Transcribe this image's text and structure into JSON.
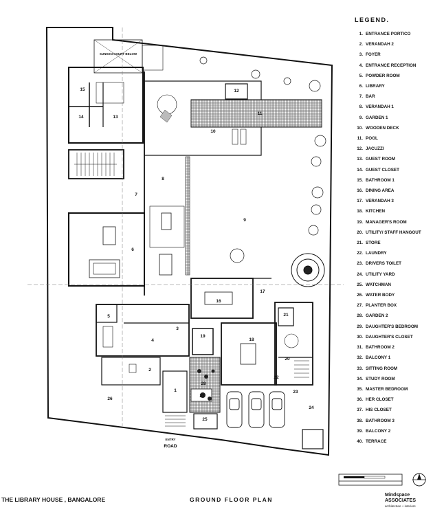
{
  "legend": {
    "title": "LEGEND.",
    "items": [
      {
        "n": "1.",
        "label": "ENTRANCE PORTICO"
      },
      {
        "n": "2.",
        "label": "VERANDAH 2"
      },
      {
        "n": "3.",
        "label": "FOYER"
      },
      {
        "n": "4.",
        "label": "ENTRANCE RECEPTION"
      },
      {
        "n": "5.",
        "label": "POWDER ROOM"
      },
      {
        "n": "6.",
        "label": "LIBRARY"
      },
      {
        "n": "7.",
        "label": "BAR"
      },
      {
        "n": "8.",
        "label": "VERANDAH 1"
      },
      {
        "n": "9.",
        "label": "GARDEN 1"
      },
      {
        "n": "10.",
        "label": "WOODEN DECK"
      },
      {
        "n": "11.",
        "label": "POOL"
      },
      {
        "n": "12.",
        "label": "JACUZZI"
      },
      {
        "n": "13.",
        "label": "GUEST ROOM"
      },
      {
        "n": "14.",
        "label": "GUEST CLOSET"
      },
      {
        "n": "15.",
        "label": "BATHROOM 1"
      },
      {
        "n": "16.",
        "label": "DINING AREA"
      },
      {
        "n": "17.",
        "label": "VERANDAH 3"
      },
      {
        "n": "18.",
        "label": "KITCHEN"
      },
      {
        "n": "19.",
        "label": "MANAGER'S ROOM"
      },
      {
        "n": "20.",
        "label": "UTILITY/ STAFF HANGOUT"
      },
      {
        "n": "21.",
        "label": "STORE"
      },
      {
        "n": "22.",
        "label": "LAUNDRY"
      },
      {
        "n": "23.",
        "label": "DRIVERS TOILET"
      },
      {
        "n": "24.",
        "label": "UTILITY YARD"
      },
      {
        "n": "25.",
        "label": "WATCHMAN"
      },
      {
        "n": "26.",
        "label": "WATER BODY"
      },
      {
        "n": "27.",
        "label": "PLANTER BOX"
      },
      {
        "n": "28.",
        "label": "GARDEN 2"
      },
      {
        "n": "29.",
        "label": "DAUGHTER'S BEDROOM"
      },
      {
        "n": "30.",
        "label": "DAUGHTER'S CLOSET"
      },
      {
        "n": "31.",
        "label": "BATHROOM 2"
      },
      {
        "n": "32.",
        "label": "BALCONY 1"
      },
      {
        "n": "33.",
        "label": "SITTING ROOM"
      },
      {
        "n": "34.",
        "label": "STUDY ROOM"
      },
      {
        "n": "35.",
        "label": "MASTER BEDROOM"
      },
      {
        "n": "36.",
        "label": "HER CLOSET"
      },
      {
        "n": "37.",
        "label": "HIS CLOSET"
      },
      {
        "n": "38.",
        "label": "BATHROOM 3"
      },
      {
        "n": "39.",
        "label": "BALCONY 2"
      },
      {
        "n": "40.",
        "label": "TERRACE"
      }
    ]
  },
  "plan": {
    "sunken_court": "SUNKEN COURT BELOW",
    "road": "ROAD",
    "entry": "ENTRY",
    "room_labels": [
      "1",
      "2",
      "3",
      "4",
      "5",
      "6",
      "7",
      "8",
      "9",
      "10",
      "11",
      "12",
      "13",
      "14",
      "15",
      "16",
      "17",
      "18",
      "19",
      "20",
      "21",
      "22",
      "23",
      "24",
      "25",
      "26",
      "27",
      "28"
    ]
  },
  "footer": {
    "project": "THE LIBRARY HOUSE , BANGALORE",
    "drawing": "GROUND FLOOR PLAN",
    "firm": "Mindspace ASSOCIATES",
    "firm_sub": "architecture + interiors"
  },
  "colors": {
    "line": "#111111",
    "hatch": "#555555",
    "water": "#666666",
    "bg": "#ffffff"
  }
}
